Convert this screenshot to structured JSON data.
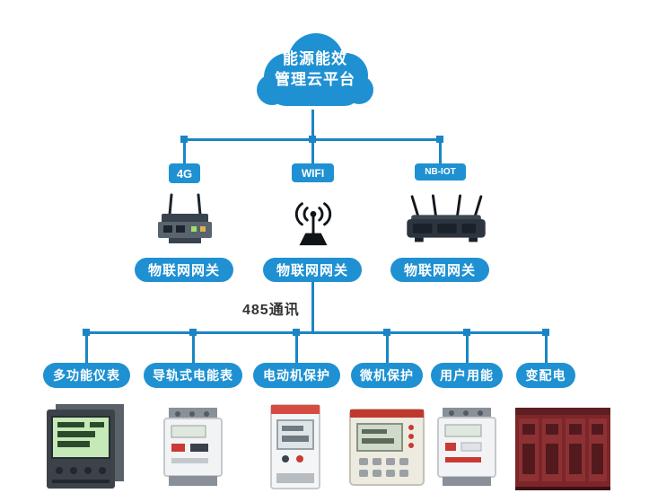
{
  "cloud": {
    "line1": "能源能效",
    "line2": "管理云平台"
  },
  "gateways": [
    {
      "badge": "4G",
      "label": "物联网网关"
    },
    {
      "badge": "WIFI",
      "label": "物联网网关"
    },
    {
      "badge": "NB-IOT",
      "label": "物联网网关"
    }
  ],
  "bus": {
    "label": "485通讯"
  },
  "devices": [
    {
      "label": "多功能仪表"
    },
    {
      "label": "导轨式电能表"
    },
    {
      "label": "电动机保护"
    },
    {
      "label": "微机保护"
    },
    {
      "label": "用户用能"
    },
    {
      "label": "变配电"
    }
  ],
  "colors": {
    "primary": "#1f91d2",
    "line": "#1b85c6",
    "text_dark": "#333333"
  }
}
